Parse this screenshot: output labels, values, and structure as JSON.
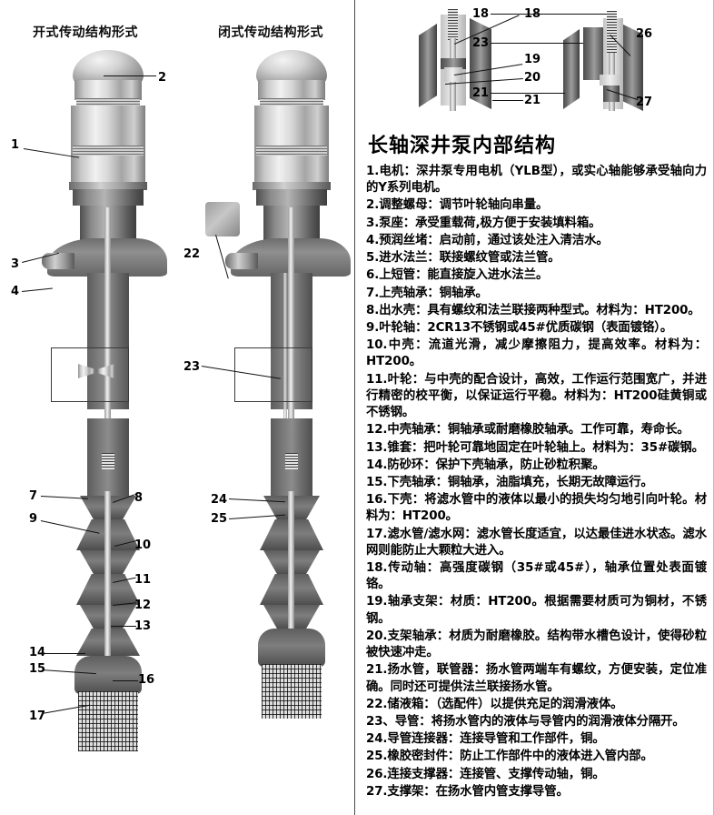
{
  "document": {
    "title": "长轴深井泵内部结构"
  },
  "diagram": {
    "headings": [
      {
        "id": "open",
        "label": "开式传动结构形式"
      },
      {
        "id": "closed",
        "label": "闭式传动结构形式"
      }
    ],
    "callouts_open": [
      "1",
      "2",
      "3",
      "4",
      "7",
      "8",
      "9",
      "10",
      "11",
      "12",
      "13",
      "14",
      "15",
      "16",
      "17"
    ],
    "callouts_closed": [
      "22",
      "23",
      "24",
      "25"
    ],
    "callouts_detail_left": [
      "18",
      "19",
      "20",
      "21"
    ],
    "callouts_detail_right": [
      "18",
      "23",
      "26",
      "21",
      "27"
    ],
    "numbers": {
      "n1": "1",
      "n2": "2",
      "n3": "3",
      "n4": "4",
      "n7": "7",
      "n8": "8",
      "n9": "9",
      "n10": "10",
      "n11": "11",
      "n12": "12",
      "n13": "13",
      "n14": "14",
      "n15": "15",
      "n16": "16",
      "n17": "17",
      "n18a": "18",
      "n18b": "18",
      "n19": "19",
      "n20": "20",
      "n21a": "21",
      "n21b": "21",
      "n22": "22",
      "n23a": "23",
      "n23b": "23",
      "n24": "24",
      "n25": "25",
      "n26": "26",
      "n27": "27"
    }
  },
  "spec_items": [
    {
      "num": "1",
      "text": "1.电机：深井泵专用电机（YLB型），或实心轴能够承受轴向力的Y系列电机。"
    },
    {
      "num": "2",
      "text": "2.调整螺母：调节叶轮轴向串量。"
    },
    {
      "num": "3",
      "text": "3.泵座：承受重载荷,极方便于安装填料箱。"
    },
    {
      "num": "4",
      "text": "4.预润丝堵：启动前，通过该处注入清洁水。"
    },
    {
      "num": "5",
      "text": "5.进水法兰：联接螺纹管或法兰管。"
    },
    {
      "num": "6",
      "text": "6.上短管：能直接旋入进水法兰。"
    },
    {
      "num": "7",
      "text": "7.上壳轴承：铜轴承。"
    },
    {
      "num": "8",
      "text": "8.出水壳：具有螺纹和法兰联接两种型式。材料为：HT200。"
    },
    {
      "num": "9",
      "text": "9.叶轮轴：2CR13不锈钢或45#优质碳钢（表面镀铬）。"
    },
    {
      "num": "10",
      "text": "10.中壳：流道光滑，减少摩擦阻力，提高效率。材料为：HT200。"
    },
    {
      "num": "11",
      "text": "11.叶轮：与中壳的配合设计，高效，工作运行范围宽广，并进行精密的校平衡，以保证运行平稳。材料为：HT200硅黄铜或不锈钢。"
    },
    {
      "num": "12",
      "text": "12.中壳轴承：铜轴承或耐磨橡胶轴承。工作可靠，寿命长。"
    },
    {
      "num": "13",
      "text": "13.锥套：把叶轮可靠地固定在叶轮轴上。材料为：35#碳钢。"
    },
    {
      "num": "14",
      "text": "14.防砂环：保护下壳轴承，防止砂粒积聚。"
    },
    {
      "num": "15",
      "text": "15.下壳轴承：铜轴承，油脂填充，长期无故障运行。"
    },
    {
      "num": "16",
      "text": "16.下壳：将滤水管中的液体以最小的损失均匀地引向叶轮。材料为：HT200。"
    },
    {
      "num": "17",
      "text": "17.滤水管/滤水网：滤水管长度适宜，以达最佳进水状态。滤水网则能防止大颗粒大进入。"
    },
    {
      "num": "18",
      "text": "18.传动轴：高强度碳钢（35#或45#），轴承位置处表面镀铬。"
    },
    {
      "num": "19",
      "text": "19.轴承支架：材质：HT200。根据需要材质可为铜材，不锈钢。"
    },
    {
      "num": "20",
      "text": "20.支架轴承：材质为耐磨橡胶。结构带水槽色设计，使得砂粒被快速冲走。"
    },
    {
      "num": "21",
      "text": "21.扬水管，联管器：扬水管两端车有螺纹，方便安装，定位准确。同时还可提供法兰联接扬水管。"
    },
    {
      "num": "22",
      "text": "22.储液箱：（选配件）以提供充足的润滑液体。"
    },
    {
      "num": "23",
      "text": "23、导管：将扬水管内的液体与导管内的润滑液体分隔开。"
    },
    {
      "num": "24",
      "text": "24.导管连接器：连接导管和工作部件，铜。"
    },
    {
      "num": "25",
      "text": "25.橡胶密封件：防止工作部件中的液体进入管内部。"
    },
    {
      "num": "26",
      "text": "26.连接支撑器：连接管、支撑传动轴，铜。"
    },
    {
      "num": "27",
      "text": "27.支撑架：在扬水管内管支撑导管。"
    }
  ],
  "colors": {
    "divider": "#4a4a4a",
    "text": "#000000",
    "background": "#ffffff"
  }
}
